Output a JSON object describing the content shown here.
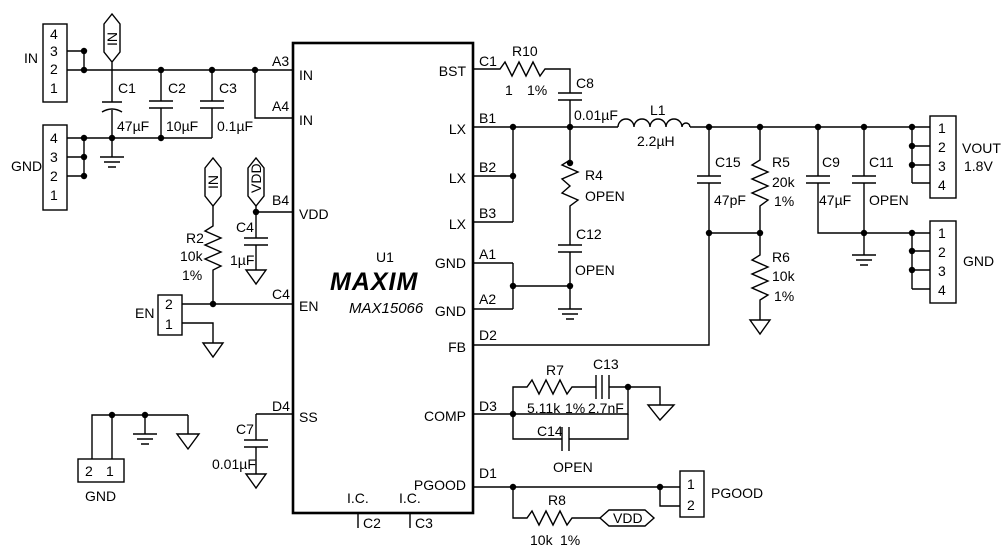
{
  "chip": {
    "logo": "MAXIM",
    "designator": "U1",
    "part_number": "MAX15066",
    "pins_left": [
      {
        "ball": "A3",
        "name": "IN"
      },
      {
        "ball": "A4",
        "name": "IN"
      },
      {
        "ball": "B4",
        "name": "VDD"
      },
      {
        "ball": "C4",
        "name": "EN"
      },
      {
        "ball": "D4",
        "name": "SS"
      }
    ],
    "pins_right": [
      {
        "ball": "C1",
        "name": "BST"
      },
      {
        "ball": "B1",
        "name": "LX"
      },
      {
        "ball": "B2",
        "name": "LX"
      },
      {
        "ball": "B3",
        "name": "LX"
      },
      {
        "ball": "A1",
        "name": "GND"
      },
      {
        "ball": "A2",
        "name": "GND"
      },
      {
        "ball": "D2",
        "name": "FB"
      },
      {
        "ball": "D3",
        "name": "COMP"
      },
      {
        "ball": "D1",
        "name": "PGOOD"
      }
    ],
    "pins_bottom": [
      {
        "ball": "C2",
        "name": "I.C."
      },
      {
        "ball": "C3",
        "name": "I.C."
      }
    ]
  },
  "components": {
    "C1": {
      "ref": "C1",
      "value": "47µF"
    },
    "C2": {
      "ref": "C2",
      "value": "10µF"
    },
    "C3": {
      "ref": "C3",
      "value": "0.1µF"
    },
    "C4": {
      "ref": "C4",
      "value": "1µF"
    },
    "C7": {
      "ref": "C7",
      "value": "0.01µF"
    },
    "C8": {
      "ref": "C8",
      "value": "0.01µF"
    },
    "C9": {
      "ref": "C9",
      "value": "47µF"
    },
    "C11": {
      "ref": "C11",
      "value": "OPEN"
    },
    "C12": {
      "ref": "C12",
      "value": "OPEN"
    },
    "C13": {
      "ref": "C13",
      "value": "2.7nF"
    },
    "C14": {
      "ref": "C14",
      "value": "OPEN"
    },
    "C15": {
      "ref": "C15",
      "value": "47pF"
    },
    "L1": {
      "ref": "L1",
      "value": "2.2µH"
    },
    "R2": {
      "ref": "R2",
      "value": "10k",
      "tolerance": "1%"
    },
    "R4": {
      "ref": "R4",
      "value": "OPEN"
    },
    "R5": {
      "ref": "R5",
      "value": "20k",
      "tolerance": "1%"
    },
    "R6": {
      "ref": "R6",
      "value": "10k",
      "tolerance": "1%"
    },
    "R7": {
      "ref": "R7",
      "value": "5.11k",
      "tolerance": "1%"
    },
    "R8": {
      "ref": "R8",
      "value": "10k",
      "tolerance": "1%"
    },
    "R10": {
      "ref": "R10",
      "value": "1",
      "tolerance": "1%"
    }
  },
  "connectors": {
    "in": {
      "label": "IN",
      "pins": [
        "4",
        "3",
        "2",
        "1"
      ]
    },
    "gnd_left": {
      "label": "GND",
      "pins": [
        "4",
        "3",
        "2",
        "1"
      ]
    },
    "en": {
      "label": "EN",
      "pins": [
        "2",
        "1"
      ]
    },
    "gnd_bottom": {
      "label": "GND",
      "pins": [
        "2",
        "1"
      ]
    },
    "vout": {
      "label_line1": "VOUT",
      "label_line2": "1.8V",
      "pins": [
        "1",
        "2",
        "3",
        "4"
      ]
    },
    "gnd_right": {
      "label": "GND",
      "pins": [
        "1",
        "2",
        "3",
        "4"
      ]
    },
    "pgood": {
      "label": "PGOOD",
      "pins": [
        "1",
        "2"
      ]
    }
  },
  "net_labels": {
    "in_top": "IN",
    "in_r2": "IN",
    "vdd_c4": "VDD",
    "vdd_r8": "VDD"
  }
}
